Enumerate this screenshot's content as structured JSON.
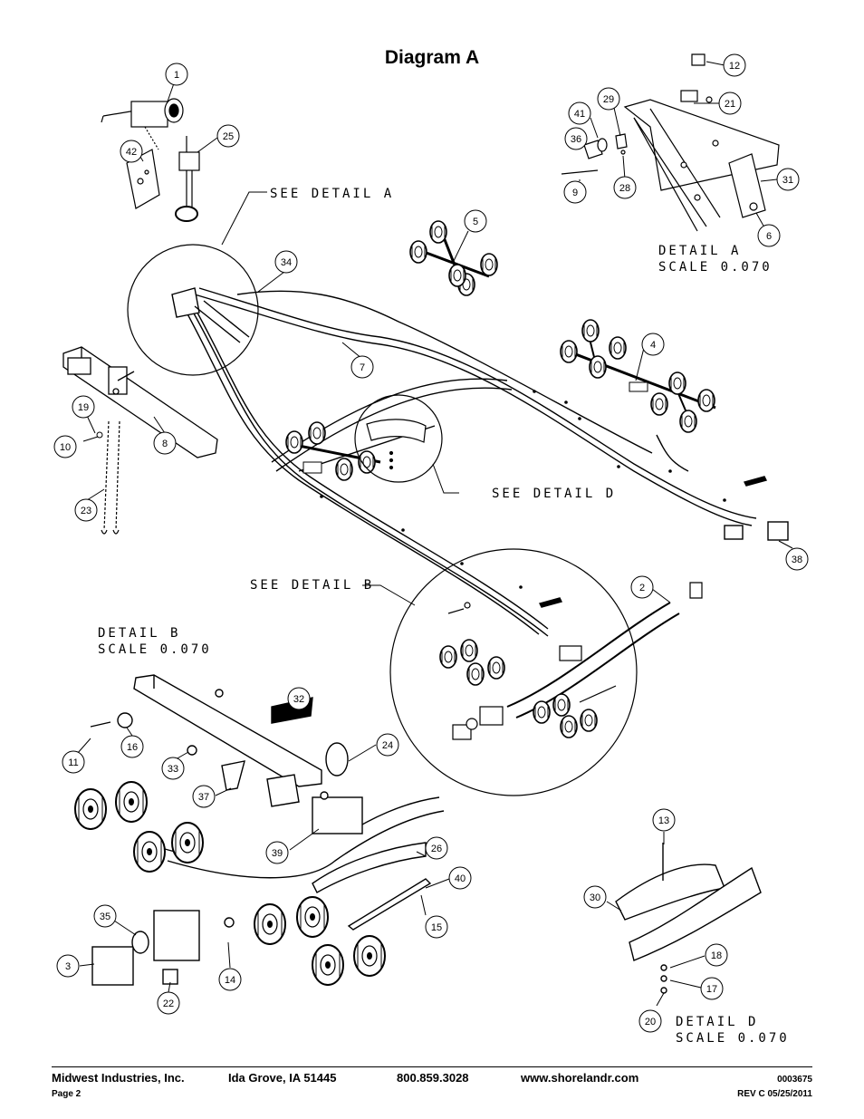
{
  "title": "Diagram A",
  "captions": {
    "see_detail_a": "SEE DETAIL A",
    "see_detail_d": "SEE DETAIL D",
    "see_detail_b": "SEE DETAIL B",
    "detail_a": "DETAIL A",
    "detail_a_scale": "SCALE 0.070",
    "detail_b": "DETAIL B",
    "detail_b_scale": "SCALE 0.070",
    "detail_d": "DETAIL D",
    "detail_d_scale": "SCALE 0.070"
  },
  "callouts": [
    "1",
    "42",
    "25",
    "12",
    "21",
    "36",
    "41",
    "29",
    "9",
    "28",
    "31",
    "6",
    "5",
    "34",
    "7",
    "4",
    "19",
    "10",
    "8",
    "23",
    "38",
    "2",
    "32",
    "11",
    "16",
    "33",
    "24",
    "37",
    "39",
    "26",
    "40",
    "35",
    "15",
    "3",
    "14",
    "22",
    "13",
    "30",
    "18",
    "17",
    "20"
  ],
  "footer": {
    "company": "Midwest Industries, Inc.",
    "city": "Ida Grove, IA  51445",
    "phone": "800.859.3028",
    "website": "www.shorelandr.com",
    "doc_number": "0003675",
    "page": "Page 2",
    "revision": "REV C  05/25/2011"
  }
}
